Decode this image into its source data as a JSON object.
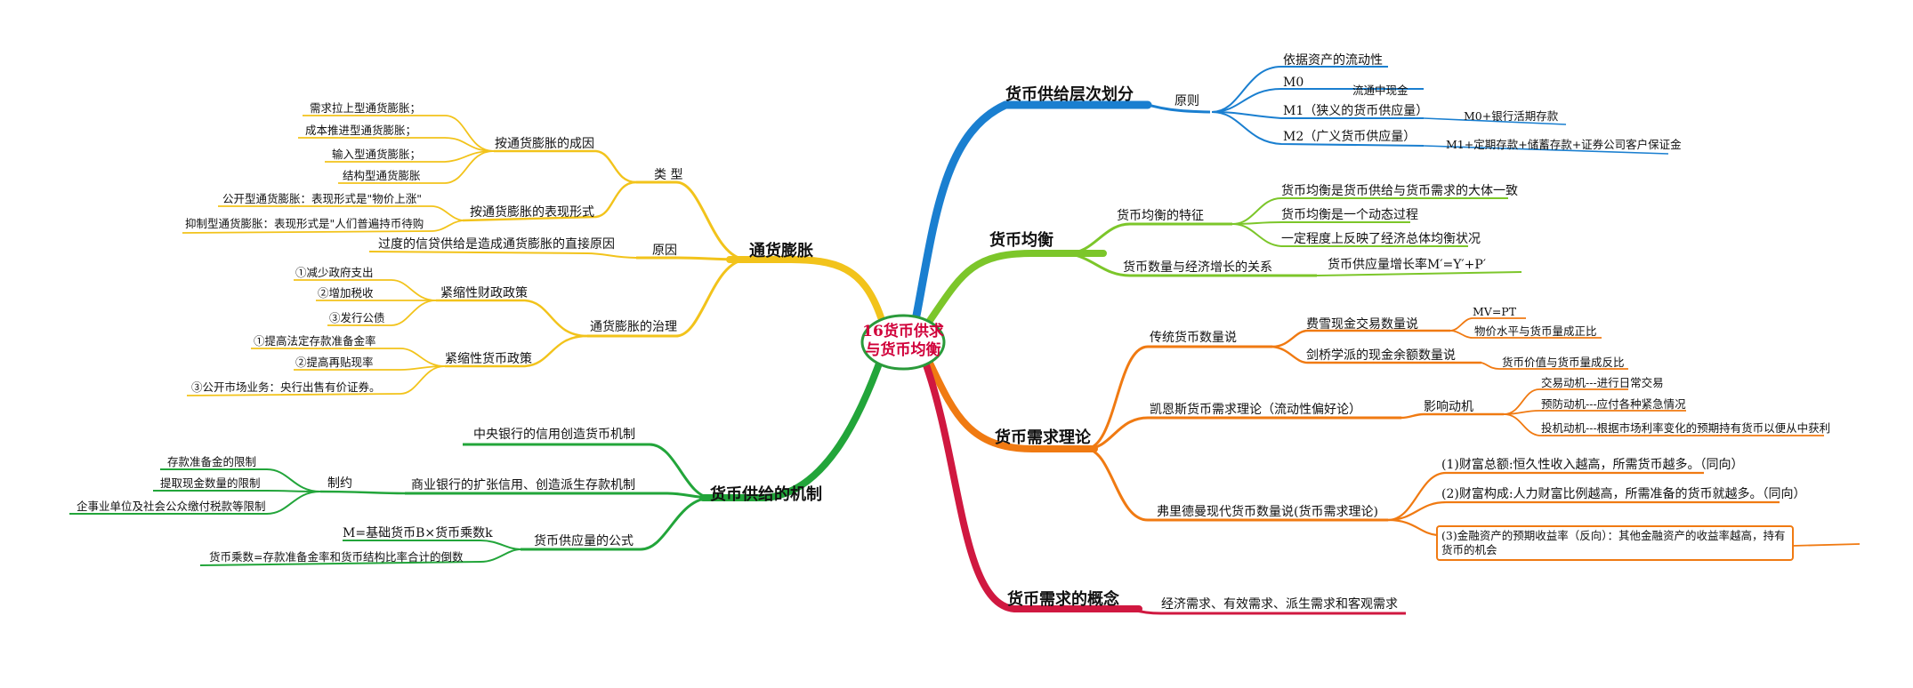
{
  "center": {
    "line1": "16货币供求",
    "line2": "与货币均衡"
  },
  "branches": {
    "hierarchy": {
      "title": "货币供给层次划分",
      "principle": "原则",
      "leaf_liquidity": "依据资产的流动性",
      "m0": "M0",
      "m0_def": "流通中现金",
      "m1": "M1（狭义的货币供应量）",
      "m1_def": "M0+银行活期存款",
      "m2": "M2（广义货币供应量）",
      "m2_def": "M1+定期存款+储蓄存款+证券公司客户保证金"
    },
    "equilibrium": {
      "title": "货币均衡",
      "features": "货币均衡的特征",
      "f1": "货币均衡是货币供给与货币需求的大体一致",
      "f2": "货币均衡是一个动态过程",
      "f3": "一定程度上反映了经济总体均衡状况",
      "growth": "货币数量与经济增长的关系",
      "growth_formula": "货币供应量增长率M′=Y′+P′"
    },
    "demand_theory": {
      "title": "货币需求理论",
      "traditional": "传统货币数量说",
      "fisher": "费雪现金交易数量说",
      "mvpt": "MV=PT",
      "fisher_leaf": "物价水平与货币量成正比",
      "cambridge": "剑桥学派的现金余额数量说",
      "cambridge_leaf": "货币价值与货币量成反比",
      "keynes": "凯恩斯货币需求理论（流动性偏好论）",
      "motives": "影响动机",
      "motive1": "交易动机---进行日常交易",
      "motive2": "预防动机---应付各种紧急情况",
      "motive3": "投机动机---根据市场利率变化的预期持有货币以便从中获利",
      "friedman": "弗里德曼现代货币数量说(货币需求理论)",
      "fr1": "(1)财富总额:恒久性收入越高，所需货币越多。（同向）",
      "fr2": "(2)财富构成:人力财富比例越高，所需准备的货币就越多。（同向）",
      "fr3_line1": "(3)金融资产的预期收益率（反向）：其他金融资产的收益率越高，持有",
      "fr3_line2": "货币的机会"
    },
    "demand_concept": {
      "title": "货币需求的概念",
      "leaf": "经济需求、有效需求、派生需求和客观需求"
    },
    "supply_mechanism": {
      "title": "货币供给的机制",
      "central": "中央银行的信用创造货币机制",
      "commercial": "商业银行的扩张信用、创造派生存款机制",
      "constraint": "制约",
      "c1": "存款准备金的限制",
      "c2": "提取现金数量的限制",
      "c3": "企事业单位及社会公众缴付税款等限制",
      "formula": "货币供应量的公式",
      "formula1": "M=基础货币B×货币乘数k",
      "formula2": "货币乘数=存款准备金率和货币结构比率合计的倒数"
    },
    "inflation": {
      "title": "通货膨胀",
      "types": "类 型",
      "by_cause": "按通货膨胀的成因",
      "t1": "需求拉上型通货膨胀；",
      "t2": "成本推进型通货膨胀；",
      "t3": "输入型通货膨胀；",
      "t4": "结构型通货膨胀",
      "by_form": "按通货膨胀的表现形式",
      "open": "公开型通货膨胀：表现形式是\"物价上涨\"",
      "repressed": "抑制型通货膨胀：表现形式是\"人们普遍持币待购",
      "cause": "原因",
      "cause_leaf": "过度的信贷供给是造成通货膨胀的直接原因",
      "governance": "通货膨胀的治理",
      "fiscal": "紧缩性财政政策",
      "fiscal1": "①减少政府支出",
      "fiscal2": "②增加税收",
      "fiscal3": "③发行公债",
      "monetary": "紧缩性货币政策",
      "mon1": "①提高法定存款准备金率",
      "mon2": "②提高再贴现率",
      "mon3": "③公开市场业务：央行出售有价证券。"
    }
  },
  "colors": {
    "blue": "#1a7fd0",
    "green_light": "#7cc62a",
    "orange": "#f07a12",
    "crimson": "#d01840",
    "green": "#22a53a",
    "yellow": "#f2c31b",
    "center_border": "#2a9a3a",
    "center_text": "#d0003a"
  }
}
